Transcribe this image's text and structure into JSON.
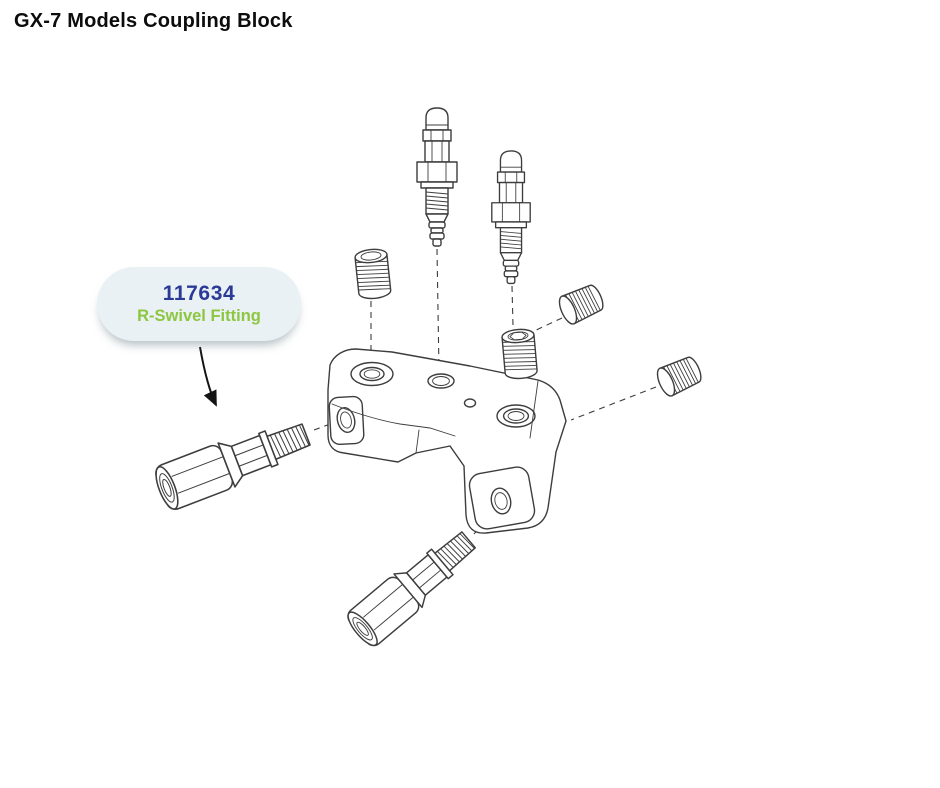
{
  "title": "GX-7 Models Coupling Block",
  "callout": {
    "part_number": "117634",
    "part_name": "R-Swivel Fitting"
  },
  "colors": {
    "title": "#0c0c0c",
    "part_number": "#2b3a96",
    "part_name": "#8dc63f",
    "callout_bg": "#e9f1f4",
    "line_art": "#3d3d3d",
    "arrow": "#141414"
  }
}
